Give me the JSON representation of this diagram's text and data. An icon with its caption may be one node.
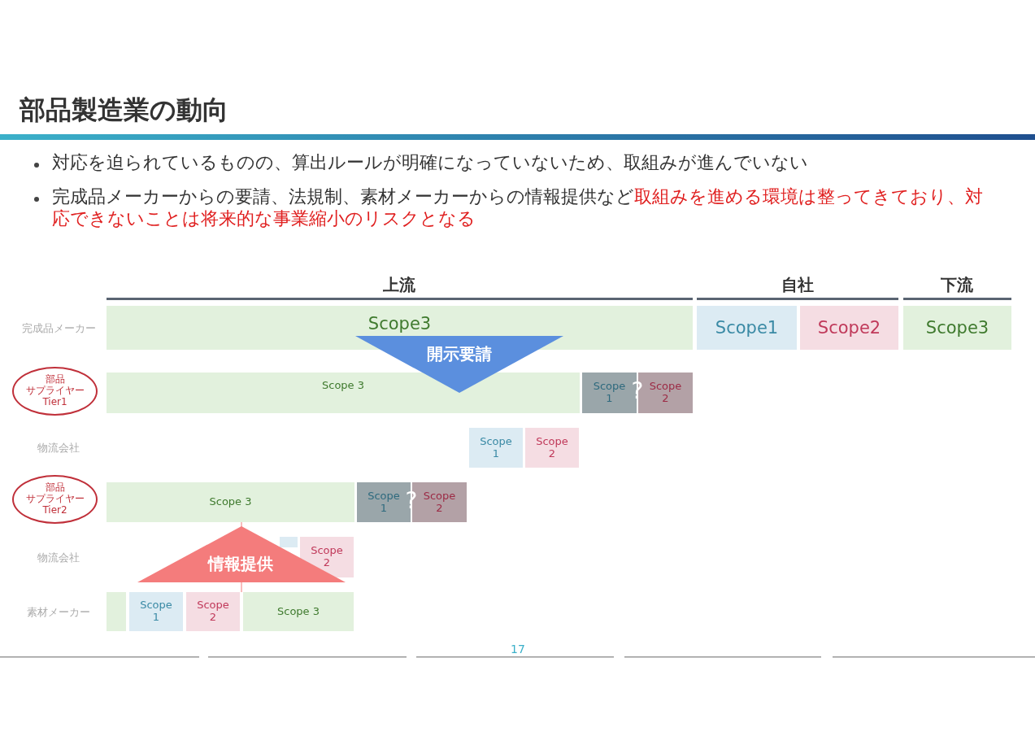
{
  "diagram": {
    "title": "部品製造業の動向",
    "nodes": [
      {
        "text": [
          "Scope3"
        ]
      },
      {
        "text": [
          "Scope1"
        ]
      },
      {
        "text": [
          "Scope2"
        ]
      },
      {
        "text": [
          "Scope3"
        ]
      },
      {
        "text": [
          "部品サプライヤーTier1"
        ]
      },
      {
        "text": [
          "Scope 3"
        ]
      },
      {
        "text": [
          "Scope 1"
        ]
      },
      {
        "text": [
          "Scope 2"
        ]
      },
      {
        "text": [
          "Scope 1"
        ]
      },
      {
        "text": [
          "Scope 2"
        ]
      },
      {
        "text": [
          "部品サプライヤーTier2"
        ]
      },
      {
        "text": [
          "Scope 3"
        ]
      },
      {
        "text": [
          "Scope 1"
        ]
      },
      {
        "text": [
          "Scope 2"
        ]
      },
      {
        "text": [],
        "shape": "box"
      },
      {
        "text": [
          "Scope 2"
        ]
      },
      {
        "text": [],
        "shape": "box"
      },
      {
        "text": [
          "Scope 1"
        ]
      },
      {
        "text": [
          "Scope 2"
        ]
      },
      {
        "text": [
          "Scope 3"
        ]
      }
    ],
    "edges": [
      {
        "from": 0,
        "to": 5,
        "arrow": "to",
        "label": "開示要請",
        "color": "#5b8fde"
      },
      {
        "from": 19,
        "to": 11,
        "arrow": "to",
        "label": "情報提供",
        "color": "#f47c7c"
      }
    ],
    "labels": [
      "対応を迫られているものの、算出ルールが明確になっていないため、取組みが進んでいない",
      "完成品メーカーからの要請、法規制、素材メーカーからの情報提供など",
      "取組みを進める環境は整ってきており、対応できないことは将来的な事業縮小のリスクとなる",
      "上流",
      "自社",
      "下流",
      "完成品メーカー",
      "?",
      "物流会社",
      "?",
      "物流会社",
      "素材メーカー",
      "17"
    ]
  }
}
